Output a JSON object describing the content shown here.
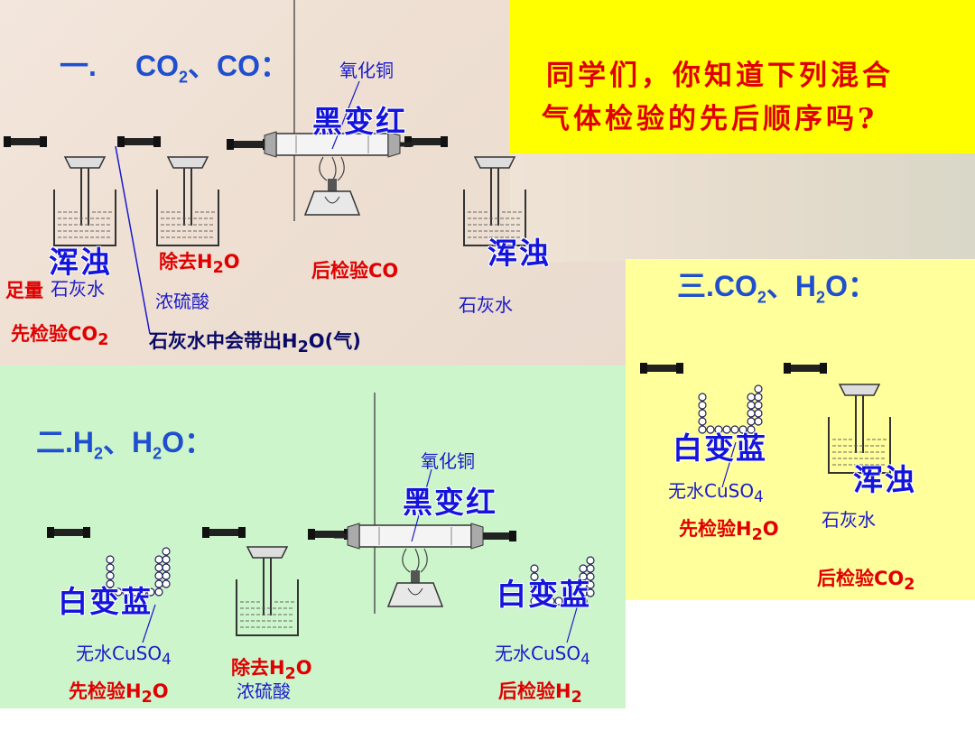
{
  "question": {
    "line1": "同学们，你知道下列混合",
    "line2": "气体检验的先后顺序吗?"
  },
  "section1": {
    "heading": "一.",
    "heading_formula": "CO2、CO:",
    "cuo_label": "氧化铜",
    "black_to_red": "黑变红",
    "turbid_1": "浑浊",
    "enough": "足量",
    "limewater_1": "石灰水",
    "first_check_co2": "先检验CO2",
    "remove_h2o": "除去H2O",
    "conc_sulfuric": "浓硫酸",
    "later_check_co": "后检验CO",
    "turbid_2": "浑浊",
    "limewater_2": "石灰水",
    "note": "石灰水中会带出H2O(气)"
  },
  "section2": {
    "heading": "二.H2、H2O:",
    "cuo_label": "氧化铜",
    "black_to_red": "黑变红",
    "white_to_blue_1": "白变蓝",
    "anhydrous_1": "无水CuSO4",
    "first_check_h2o": "先检验H2O",
    "remove_h2o": "除去H2O",
    "conc_sulfuric": "浓硫酸",
    "white_to_blue_2": "白变蓝",
    "anhydrous_2": "无水CuSO4",
    "later_check_h2": "后检验H2"
  },
  "section3": {
    "heading": "三.CO2、H2O:",
    "white_to_blue": "白变蓝",
    "anhydrous": "无水CuSO4",
    "first_check_h2o": "先检验H2O",
    "turbid": "浑浊",
    "limewater": "石灰水",
    "later_check_co2": "后检验CO2"
  },
  "colors": {
    "heading_blue": "#1f4fcf",
    "label_blue": "#1a1acc",
    "label_red": "#e00000",
    "yellow_box": "#ffff00",
    "light_yellow": "#ffff9c",
    "light_green": "#ccf5cc"
  }
}
